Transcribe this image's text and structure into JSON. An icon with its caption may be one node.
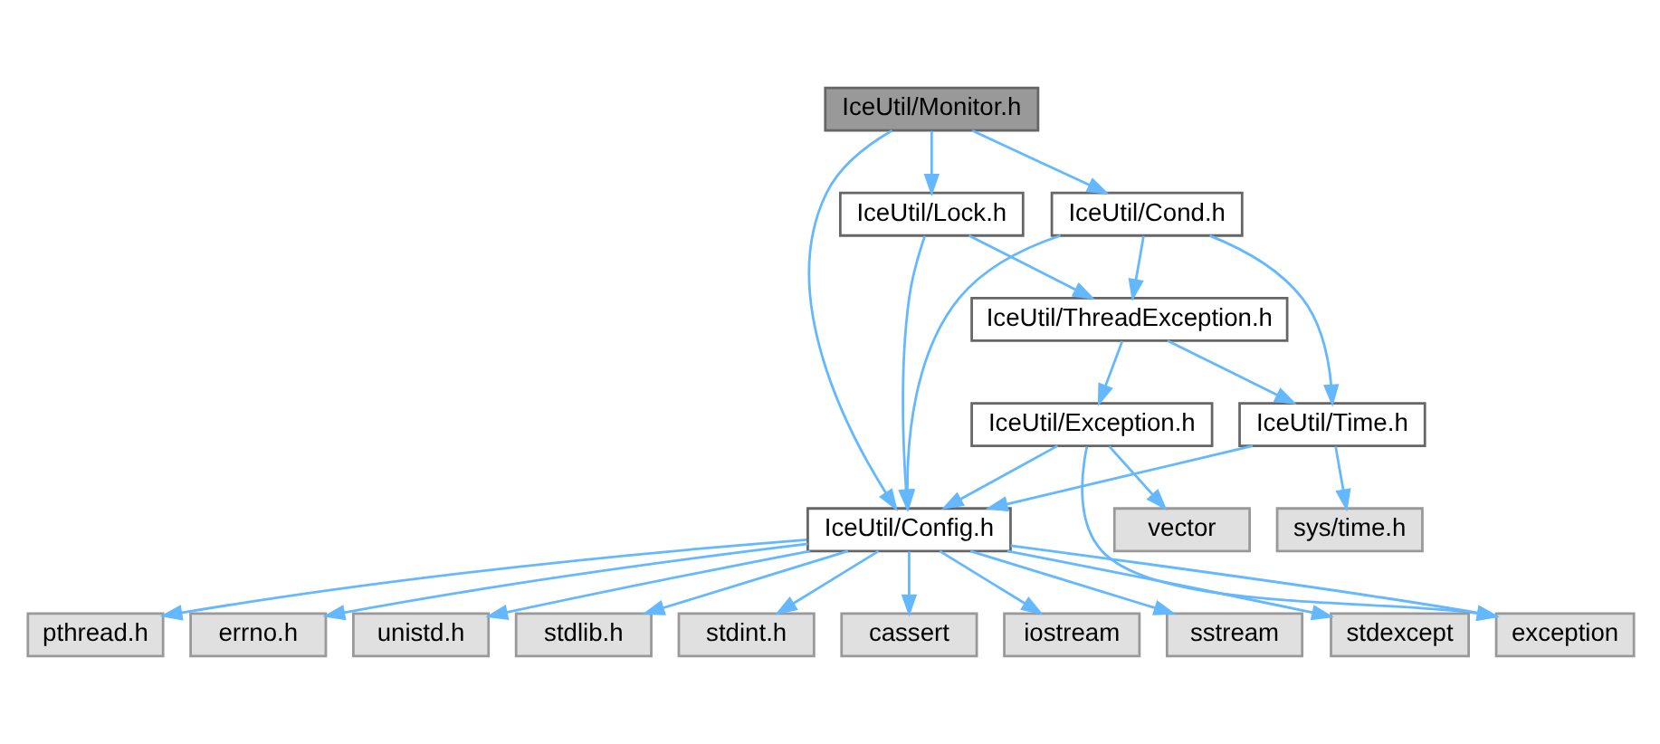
{
  "diagram": {
    "nodes": [
      {
        "text": [
          "IceUtil/Monitor.h"
        ]
      },
      {
        "text": [
          "IceUtil/Cond.h"
        ]
      },
      {
        "text": [
          "IceUtil/Lock.h"
        ]
      },
      {
        "text": [
          "IceUtil/ThreadException.h"
        ]
      },
      {
        "text": [
          "IceUtil/Time.h"
        ]
      },
      {
        "text": [
          "IceUtil/Exception.h"
        ]
      },
      {
        "text": [
          "IceUtil/Config.h"
        ]
      },
      {
        "text": [
          "sys/time.h"
        ]
      },
      {
        "text": [
          "vector"
        ]
      },
      {
        "text": [
          "iostream"
        ]
      },
      {
        "text": [
          "sstream"
        ]
      },
      {
        "text": [
          "stdexcept"
        ]
      },
      {
        "text": [
          "pthread.h"
        ]
      },
      {
        "text": [
          "errno.h"
        ]
      },
      {
        "text": [
          "unistd.h"
        ]
      },
      {
        "text": [
          "stdlib.h"
        ]
      },
      {
        "text": [
          "stdint.h"
        ]
      },
      {
        "text": [
          "cassert"
        ]
      },
      {
        "text": [
          "exception"
        ]
      }
    ],
    "edges": [
      {
        "from": 0,
        "to": 6,
        "arrow": "to"
      },
      {
        "from": 0,
        "to": 1,
        "arrow": "to"
      },
      {
        "from": 0,
        "to": 2,
        "arrow": "to"
      },
      {
        "from": 1,
        "to": 6,
        "arrow": "to"
      },
      {
        "from": 1,
        "to": 3,
        "arrow": "to"
      },
      {
        "from": 1,
        "to": 4,
        "arrow": "to"
      },
      {
        "from": 2,
        "to": 3,
        "arrow": "to"
      },
      {
        "from": 2,
        "to": 6,
        "arrow": "to"
      },
      {
        "from": 3,
        "to": 4,
        "arrow": "to"
      },
      {
        "from": 3,
        "to": 5,
        "arrow": "to"
      },
      {
        "from": 4,
        "to": 6,
        "arrow": "to"
      },
      {
        "from": 4,
        "to": 7,
        "arrow": "to"
      },
      {
        "from": 5,
        "to": 6,
        "arrow": "to"
      },
      {
        "from": 5,
        "to": 8,
        "arrow": "to"
      },
      {
        "from": 5,
        "to": 18,
        "arrow": "to"
      },
      {
        "from": 6,
        "to": 9,
        "arrow": "to"
      },
      {
        "from": 6,
        "to": 10,
        "arrow": "to"
      },
      {
        "from": 6,
        "to": 11,
        "arrow": "to"
      },
      {
        "from": 6,
        "to": 12,
        "arrow": "to"
      },
      {
        "from": 6,
        "to": 13,
        "arrow": "to"
      },
      {
        "from": 6,
        "to": 14,
        "arrow": "to"
      },
      {
        "from": 6,
        "to": 15,
        "arrow": "to"
      },
      {
        "from": 6,
        "to": 16,
        "arrow": "to"
      },
      {
        "from": 6,
        "to": 17,
        "arrow": "to"
      },
      {
        "from": 6,
        "to": 18,
        "arrow": "to"
      }
    ]
  }
}
